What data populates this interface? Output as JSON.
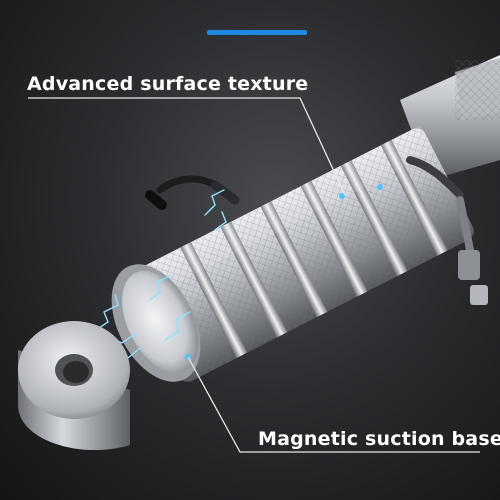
{
  "colors": {
    "accent": "#1e88e5",
    "background": "#2c2d30",
    "label_text": "#ffffff",
    "spark": "#8fe3ff"
  },
  "labels": {
    "surface_texture": "Advanced surface texture",
    "magnetic_base": "Magnetic suction base"
  },
  "illustration": {
    "subject": "knurled-metal-cylinder",
    "parts": [
      "knurled-cylinder",
      "magnetic-base-disc",
      "cable-clamp-left",
      "cable-clamp-right",
      "electric-sparks"
    ]
  }
}
